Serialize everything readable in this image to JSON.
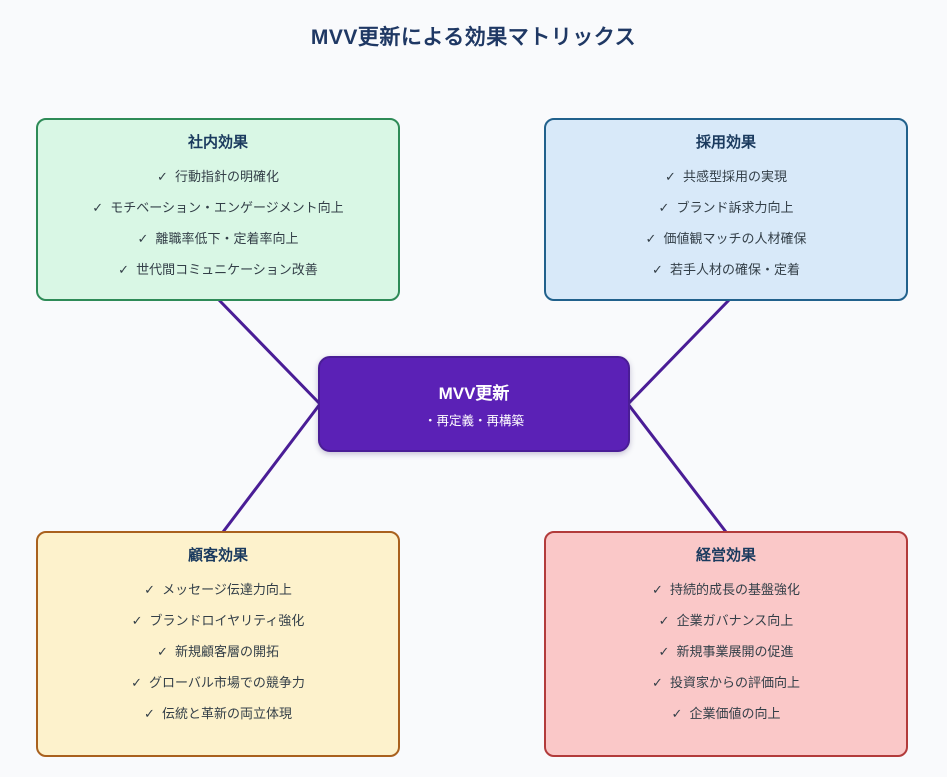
{
  "title": "MVV更新による効果マトリックス",
  "check_glyph": "✓",
  "center": {
    "title": "MVV更新",
    "subtitle": "・再定義・再構築"
  },
  "boxes": [
    {
      "title": "社内効果",
      "items": [
        "行動指針の明確化",
        "モチベーション・エンゲージメント向上",
        "離職率低下・定着率向上",
        "世代間コミュニケーション改善"
      ]
    },
    {
      "title": "採用効果",
      "items": [
        "共感型採用の実現",
        "ブランド訴求力向上",
        "価値観マッチの人材確保",
        "若手人材の確保・定着"
      ]
    },
    {
      "title": "顧客効果",
      "items": [
        "メッセージ伝達力向上",
        "ブランドロイヤリティ強化",
        "新規顧客層の開拓",
        "グローバル市場での競争力",
        "伝統と革新の両立体現"
      ]
    },
    {
      "title": "経営効果",
      "items": [
        "持続的成長の基盤強化",
        "企業ガバナンス向上",
        "新規事業展開の促進",
        "投資家からの評価向上",
        "企業価値の向上"
      ]
    }
  ],
  "colors": {
    "page-bg": "#f9fafc",
    "heading-text": "#1f3864",
    "box-title-text": "#1a3a5e",
    "item-text": "#333f48",
    "edge": "#4a1d96",
    "internal-fill": "#d9f7e5",
    "internal-stroke": "#2e8b57",
    "recruit-fill": "#d8e9f9",
    "recruit-stroke": "#21618c",
    "customer-fill": "#fdf2cc",
    "customer-stroke": "#a9611e",
    "management-fill": "#fac8c8",
    "management-stroke": "#b23b3b",
    "center-fill": "#5b21b6",
    "center-stroke": "#4a1d96",
    "center-text": "#ffffff"
  }
}
